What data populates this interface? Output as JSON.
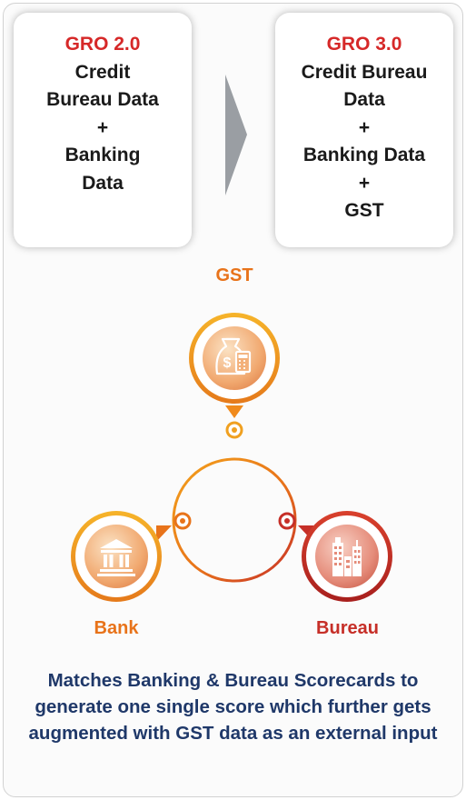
{
  "left_card": {
    "title": "GRO 2.0",
    "lines": [
      "Credit",
      "Bureau Data",
      "+",
      "Banking",
      "Data"
    ]
  },
  "right_card": {
    "title": "GRO 3.0",
    "lines": [
      "Credit Bureau",
      "Data",
      "+",
      "Banking Data",
      "+",
      "GST"
    ]
  },
  "cycle": {
    "nodes": [
      {
        "label": "GST",
        "icon": "money-bag-calculator-icon",
        "color": "#e8731a"
      },
      {
        "label": "Bank",
        "icon": "bank-building-icon",
        "color": "#e8731a"
      },
      {
        "label": "Bureau",
        "icon": "city-buildings-icon",
        "color": "#c62f28"
      }
    ]
  },
  "description": "Matches Banking & Bureau Scorecards to generate one single score which further gets augmented with GST data as an external input",
  "colors": {
    "orange": "#e8731a",
    "red": "#c62f28",
    "navy": "#1f3869",
    "card_title_red": "#d62828"
  }
}
